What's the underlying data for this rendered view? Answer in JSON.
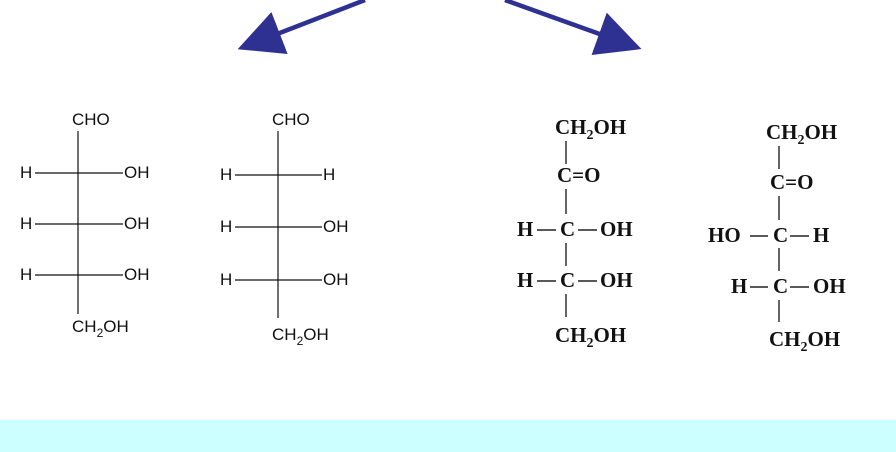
{
  "colors": {
    "background": "#ffffff",
    "arrow": "#2e3192",
    "bottom_bar": "#ccffff",
    "text": "#111111"
  },
  "arrows": [
    {
      "name": "left-arrow",
      "direction": "down-left"
    },
    {
      "name": "right-arrow",
      "direction": "down-right"
    }
  ],
  "structures": {
    "aldose_1": {
      "top": "CHO",
      "rows": [
        {
          "left": "H",
          "right": "OH"
        },
        {
          "left": "H",
          "right": "OH"
        },
        {
          "left": "H",
          "right": "OH"
        }
      ],
      "bottom_main": "CH",
      "bottom_sub": "2",
      "bottom_tail": "OH"
    },
    "aldose_2": {
      "top": "CHO",
      "rows": [
        {
          "left": "H",
          "right": "H"
        },
        {
          "left": "H",
          "right": "OH"
        },
        {
          "left": "H",
          "right": "OH"
        }
      ],
      "bottom_main": "CH",
      "bottom_sub": "2",
      "bottom_tail": "OH"
    },
    "ketose_1": {
      "top_main": "CH",
      "top_sub": "2",
      "top_tail": "OH",
      "carbonyl": "C=O",
      "rows": [
        {
          "left": "H",
          "center": "C",
          "right": "OH"
        },
        {
          "left": "H",
          "center": "C",
          "right": "OH"
        }
      ],
      "bottom_main": "CH",
      "bottom_sub": "2",
      "bottom_tail": "OH"
    },
    "ketose_2": {
      "top_main": "CH",
      "top_sub": "2",
      "top_tail": "OH",
      "carbonyl": "C=O",
      "rows": [
        {
          "left": "HO",
          "center": "C",
          "right": "H"
        },
        {
          "left": "H",
          "center": "C",
          "right": "OH"
        }
      ],
      "bottom_main": "CH",
      "bottom_sub": "2",
      "bottom_tail": "OH"
    }
  }
}
